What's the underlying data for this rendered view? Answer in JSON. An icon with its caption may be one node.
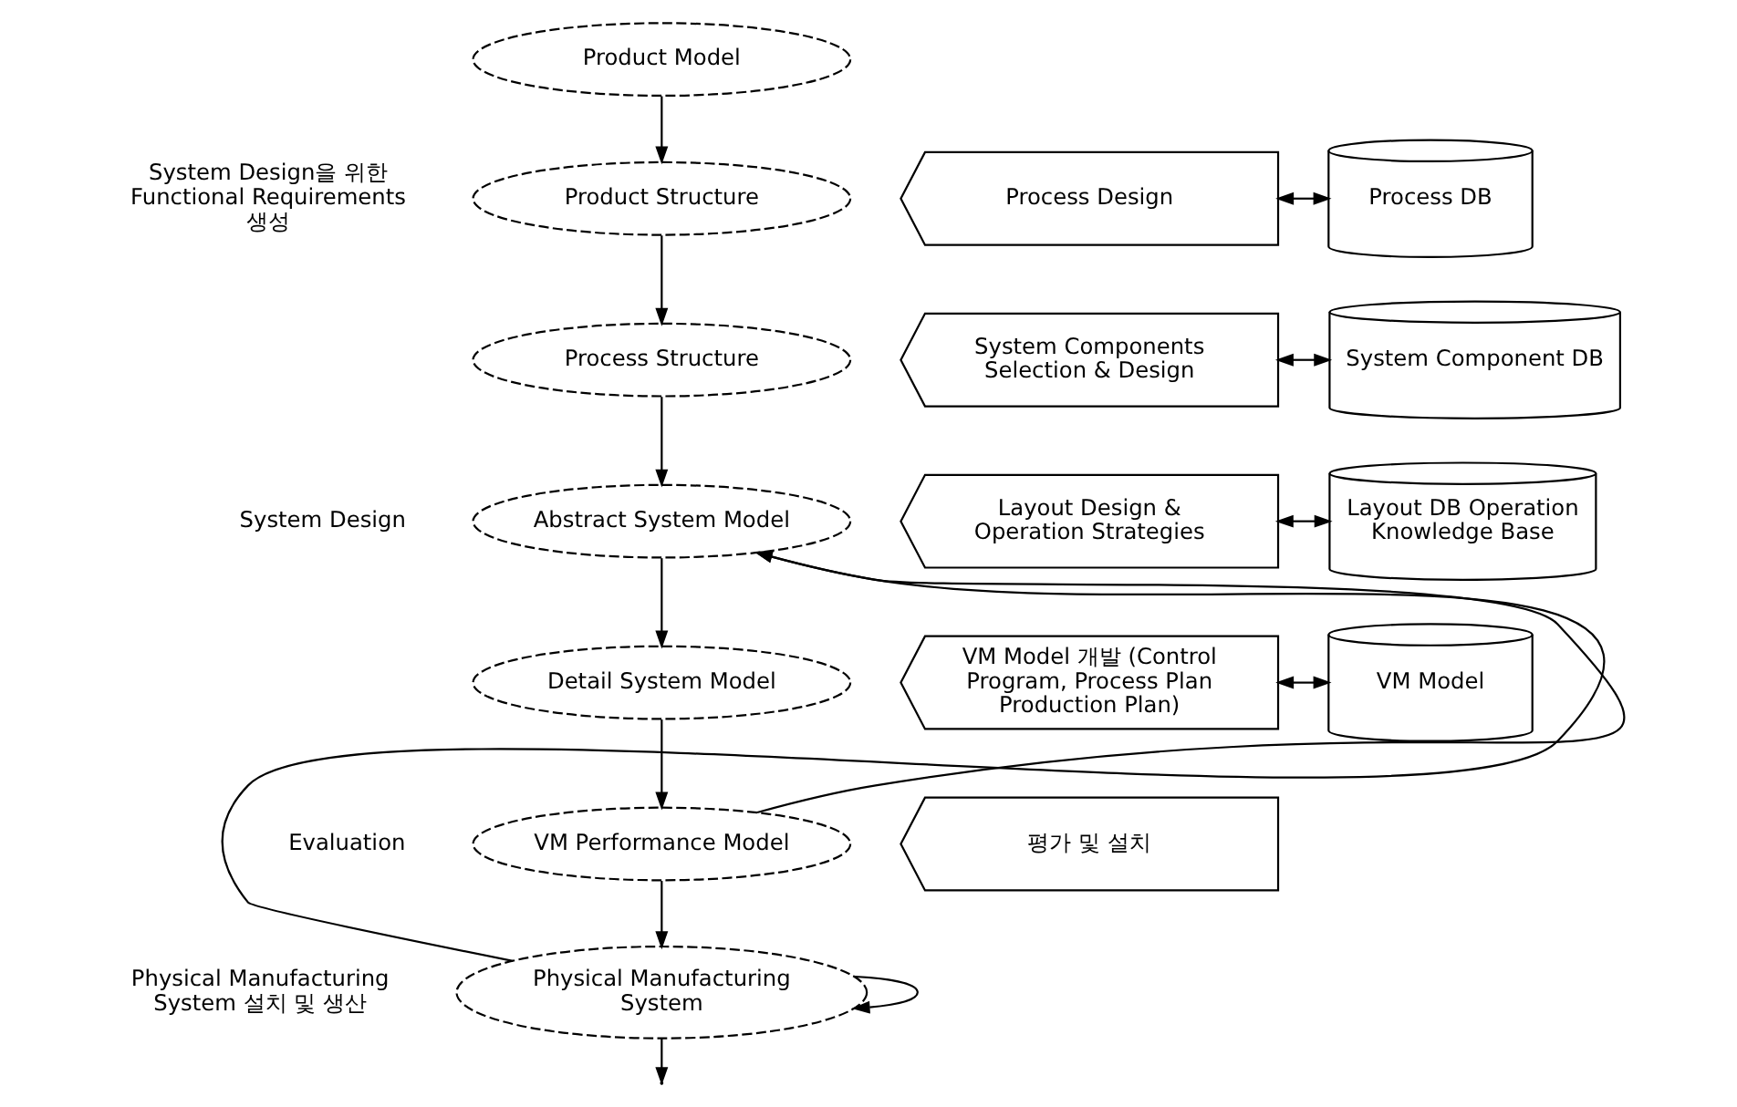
{
  "diagram": {
    "nodes": [
      {
        "text": [
          "Product Model"
        ]
      },
      {
        "text": [
          "Product Structure"
        ]
      },
      {
        "text": [
          "Process Structure"
        ]
      },
      {
        "text": [
          "Abstract System Model"
        ]
      },
      {
        "text": [
          "Detail System Model"
        ]
      },
      {
        "text": [
          "VM Performance Model"
        ]
      },
      {
        "text": [
          "Physical Manufacturing System"
        ]
      },
      {
        "text": [
          "Process Design"
        ]
      },
      {
        "text": [
          "System Components Selection & Design"
        ]
      },
      {
        "text": [
          "Layout Design & Operation Strategies"
        ]
      },
      {
        "text": [
          "VM Model 개발 (Control Program, Process Plan Production Plan)"
        ]
      },
      {
        "text": [
          "평가 및 설치"
        ]
      },
      {
        "text": [
          "Process DB"
        ]
      },
      {
        "text": [
          "System Component DB"
        ]
      },
      {
        "text": [
          "Layout DB Operation Knowledge Base"
        ]
      },
      {
        "text": [
          "VM Model"
        ]
      }
    ],
    "edges": [
      {
        "from": 0,
        "to": 1,
        "arrow": "to"
      },
      {
        "from": 1,
        "to": 2,
        "arrow": "to"
      },
      {
        "from": 2,
        "to": 3,
        "arrow": "to"
      },
      {
        "from": 3,
        "to": 4,
        "arrow": "to"
      },
      {
        "from": 4,
        "to": 5,
        "arrow": "to"
      },
      {
        "from": 5,
        "to": 6,
        "arrow": "to"
      },
      {
        "from": 5,
        "to": 3,
        "arrow": "to"
      },
      {
        "from": 6,
        "to": 6,
        "arrow": "to"
      },
      {
        "from": 6,
        "to": 3,
        "arrow": "to"
      },
      {
        "from": 6,
        "to": null,
        "arrow": "to"
      },
      {
        "from": 7,
        "to": 12,
        "arrow": "both"
      },
      {
        "from": 8,
        "to": 13,
        "arrow": "both"
      },
      {
        "from": 9,
        "to": 14,
        "arrow": "both"
      },
      {
        "from": 10,
        "to": 15,
        "arrow": "both"
      }
    ],
    "labels": [
      "System Design을 위한 Functional Requirements 생성",
      "System Design",
      "Evaluation",
      "Physical Manufacturing System 설치 및 생산"
    ]
  }
}
